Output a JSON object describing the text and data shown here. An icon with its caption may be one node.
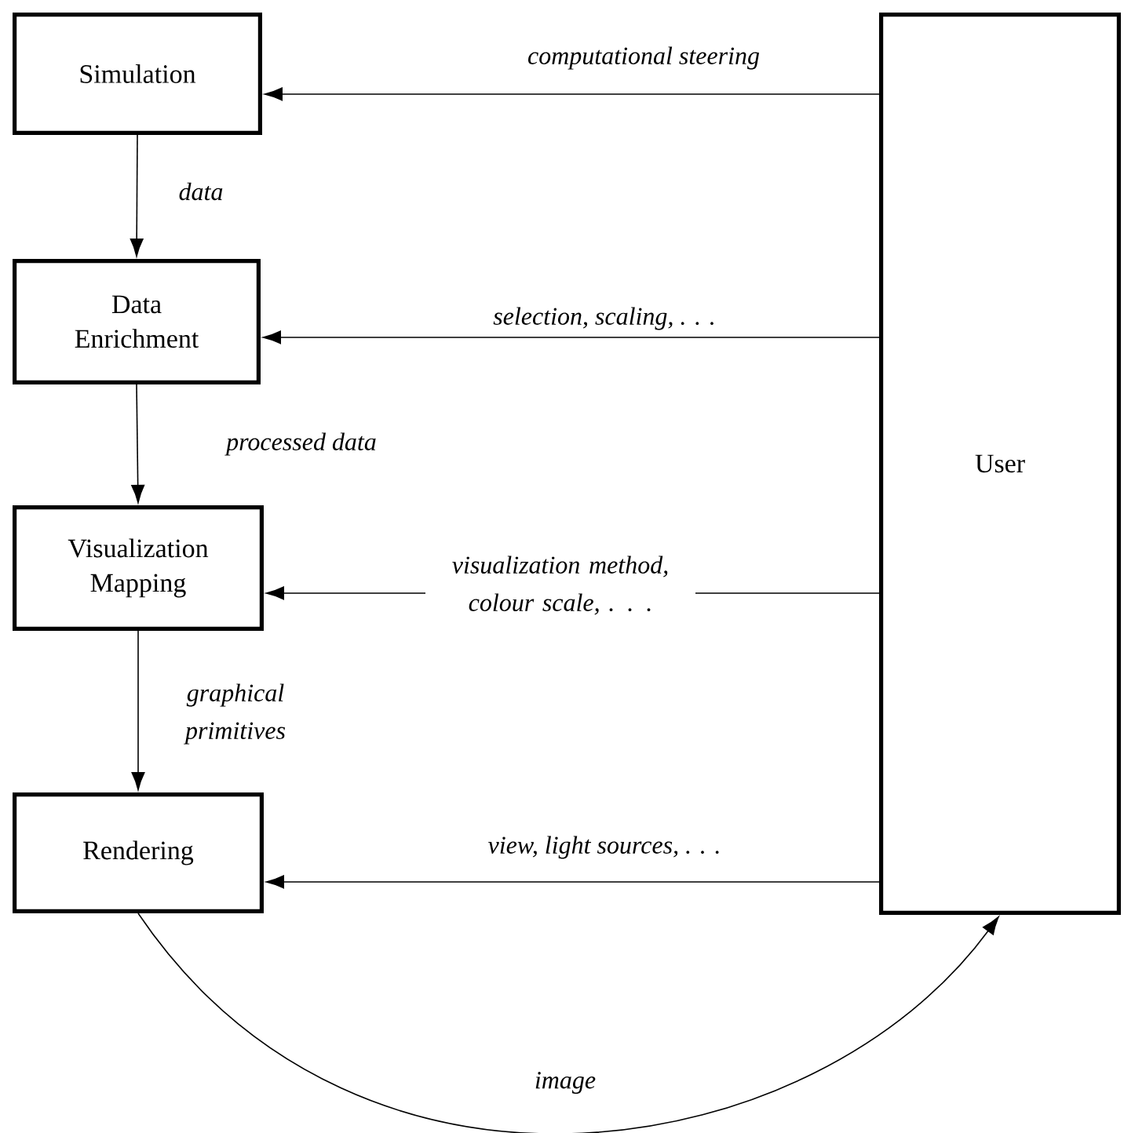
{
  "diagram": {
    "nodes": [
      {
        "text": [
          "Simulation"
        ]
      },
      {
        "text": [
          "Data Enrichment"
        ]
      },
      {
        "text": [
          "Visualization Mapping"
        ]
      },
      {
        "text": [
          "Rendering"
        ]
      },
      {
        "text": [
          "User"
        ]
      }
    ],
    "edges": [
      {
        "from": 0,
        "to": 1,
        "arrow": "to",
        "label": "data"
      },
      {
        "from": 1,
        "to": 2,
        "arrow": "to",
        "label": "processed data"
      },
      {
        "from": 2,
        "to": 3,
        "arrow": "to",
        "label": "graphical primitives"
      },
      {
        "from": 4,
        "to": 0,
        "arrow": "to",
        "label": "computational steering"
      },
      {
        "from": 4,
        "to": 1,
        "arrow": "to",
        "label": "selection, scaling, . . ."
      },
      {
        "from": 4,
        "to": 2,
        "arrow": "to",
        "label": "visualization method, colour scale, . . ."
      },
      {
        "from": 4,
        "to": 3,
        "arrow": "to",
        "label": "view, light sources, . . ."
      },
      {
        "from": 3,
        "to": 4,
        "arrow": "to",
        "label": "image"
      }
    ]
  }
}
